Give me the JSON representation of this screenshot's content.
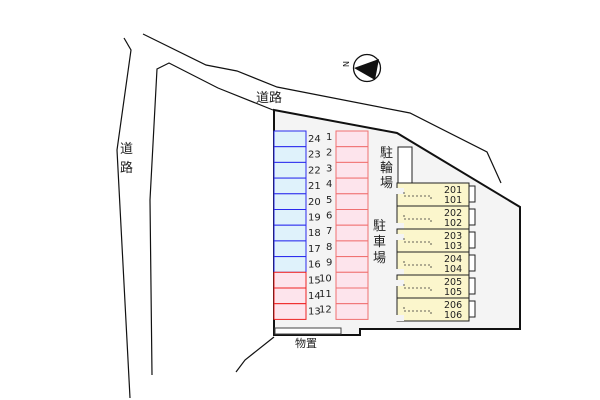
{
  "labels": {
    "road_top": "道路",
    "road_left": [
      "道",
      "路"
    ],
    "bicycle_parking": [
      "駐",
      "輪",
      "場"
    ],
    "car_parking": [
      "駐",
      "車",
      "場"
    ],
    "storage": "物置",
    "north": "N"
  },
  "parking": {
    "left_column": [
      "24",
      "23",
      "22",
      "21",
      "20",
      "19",
      "18",
      "17",
      "16",
      "15",
      "14",
      "13"
    ],
    "left_colors": [
      "blue",
      "blue",
      "blue",
      "blue",
      "blue",
      "blue",
      "blue",
      "blue",
      "blue",
      "red",
      "red",
      "red"
    ],
    "right_column": [
      "1",
      "2",
      "3",
      "4",
      "5",
      "6",
      "7",
      "8",
      "9",
      "10",
      "11",
      "12"
    ]
  },
  "units": [
    [
      "201",
      "101"
    ],
    [
      "202",
      "102"
    ],
    [
      "203",
      "103"
    ],
    [
      "204",
      "104"
    ],
    [
      "205",
      "105"
    ],
    [
      "206",
      "106"
    ]
  ],
  "colors": {
    "blue_stroke": "#2a2aee",
    "blue_fill": "#dff2fb",
    "red_stroke": "#ee2222",
    "red_fill": "#fde4ec",
    "pink_stroke": "#f07070",
    "building": "#fbf6cc",
    "lot": "#f4f4f4"
  }
}
